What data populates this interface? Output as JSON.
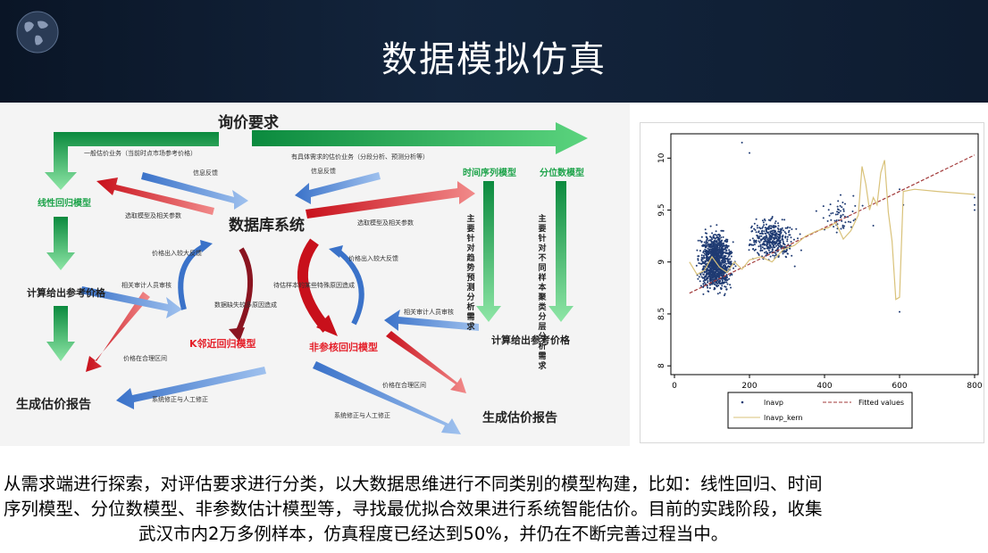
{
  "header": {
    "title": "数据模拟仿真",
    "icon": "globe-icon"
  },
  "diagram": {
    "top_label": "询价要求",
    "left_process": "一般估价业务（当前时点市场参考价格）",
    "right_process": "有具体需求的估价业务（分段分析、预测分析等）",
    "left_model": "线性回归模型",
    "ts_model": "时间序列模型",
    "quantile_model": "分位数模型",
    "ts_desc": "主要针对趋势预测分析需求",
    "quantile_desc": "主要针对不同样本聚类分层分析需求",
    "database": "数据库系统",
    "feedback_left": "信息反馈",
    "feedback_right": "信息反馈",
    "select_left": "选取模型及相关参数",
    "select_right": "选取模型及相关参数",
    "price_gap_left": "价格出入较大反馈",
    "price_gap_right": "价格出入较大反馈",
    "data_missing": "数据缺失较多原因造成",
    "special_sample": "待估样本的某些特殊原因造成",
    "reviewer_left": "相关审计人员审核",
    "reviewer_right": "相关审计人员审核",
    "calc_left": "计算给出参考价格",
    "calc_right": "计算给出参考价格",
    "knn_model": "K邻近回归模型",
    "nonparam_model": "非参核回归模型",
    "reasonable_left": "价格在合理区间",
    "reasonable_right": "价格在合理区间",
    "correction_left": "系统修正与人工修正",
    "correction_right": "系统修正与人工修正",
    "report_left": "生成估价报告",
    "report_right": "生成估价报告"
  },
  "chart_data": {
    "type": "scatter",
    "x_ticks": [
      "0",
      "200",
      "400",
      "600",
      "800"
    ],
    "y_ticks": [
      "8",
      "8.5",
      "9",
      "9.5",
      "10"
    ],
    "xlim": [
      0,
      800
    ],
    "ylim": [
      7.95,
      10.2
    ],
    "legend": [
      "lnavp",
      "Fitted values",
      "lnavp_kern"
    ],
    "legend_position": "bottom",
    "colors": {
      "points": "#1f3b73",
      "fitted": "#a23a3a",
      "kern": "#d9c27a"
    },
    "fitted_line": [
      [
        40,
        8.7
      ],
      [
        800,
        10.03
      ]
    ],
    "kern_line": [
      [
        40,
        9.0
      ],
      [
        60,
        8.88
      ],
      [
        80,
        8.92
      ],
      [
        100,
        9.05
      ],
      [
        120,
        8.95
      ],
      [
        140,
        8.9
      ],
      [
        160,
        9.0
      ],
      [
        180,
        8.93
      ],
      [
        200,
        9.02
      ],
      [
        230,
        9.05
      ],
      [
        260,
        9.0
      ],
      [
        290,
        9.12
      ],
      [
        320,
        9.16
      ],
      [
        350,
        9.25
      ],
      [
        380,
        9.3
      ],
      [
        410,
        9.33
      ],
      [
        430,
        9.38
      ],
      [
        450,
        9.22
      ],
      [
        470,
        9.3
      ],
      [
        490,
        9.45
      ],
      [
        500,
        9.92
      ],
      [
        510,
        9.75
      ],
      [
        520,
        9.5
      ],
      [
        530,
        9.62
      ],
      [
        540,
        9.55
      ],
      [
        550,
        9.86
      ],
      [
        560,
        9.98
      ],
      [
        570,
        9.48
      ],
      [
        580,
        9.2
      ],
      [
        590,
        8.64
      ],
      [
        600,
        8.66
      ],
      [
        610,
        9.68
      ],
      [
        640,
        9.7
      ],
      [
        700,
        9.68
      ],
      [
        800,
        9.65
      ]
    ],
    "clusters": [
      {
        "x_center": 110,
        "x_spread": 65,
        "y_center": 9.0,
        "y_spread": 0.42,
        "count": 1300
      },
      {
        "x_center": 260,
        "x_spread": 90,
        "y_center": 9.22,
        "y_spread": 0.3,
        "count": 420
      },
      {
        "x_center": 440,
        "x_spread": 80,
        "y_center": 9.45,
        "y_spread": 0.25,
        "count": 60
      }
    ],
    "outliers": [
      [
        180,
        10.15
      ],
      [
        200,
        10.05
      ],
      [
        600,
        9.7
      ],
      [
        610,
        9.55
      ],
      [
        800,
        9.62
      ],
      [
        800,
        9.55
      ],
      [
        800,
        9.5
      ],
      [
        600,
        8.52
      ],
      [
        530,
        9.35
      ]
    ]
  },
  "caption": {
    "line1": "从需求端进行探索，对评估要求进行分类，以大数据思维进行不同类别的模型构建，比如：线性回归、时间",
    "line2": "序列模型、分位数模型、非参数估计模型等，寻找最优拟合效果进行系统智能估价。目前的实践阶段，收集",
    "line3": "武汉市内2万多例样本，仿真程度已经达到50%，并仍在不断完善过程当中。"
  }
}
